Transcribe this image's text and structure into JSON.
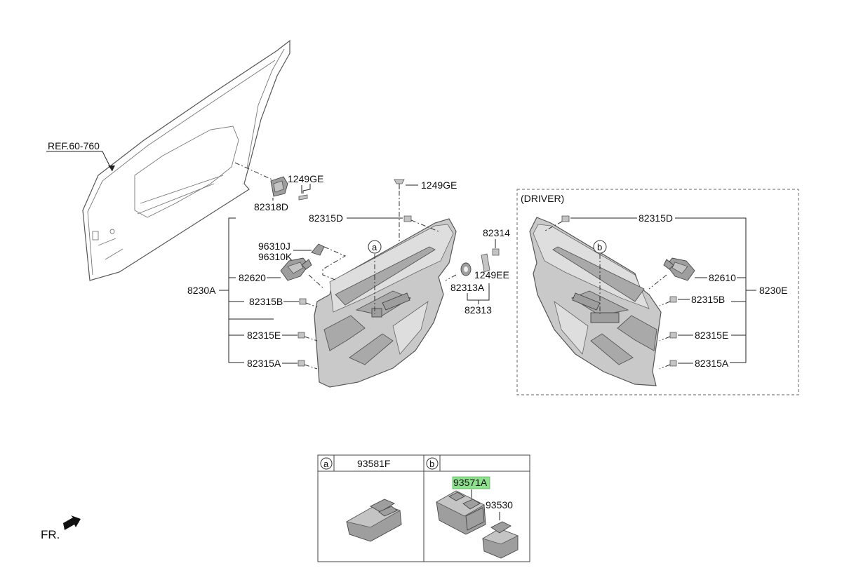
{
  "labels": {
    "ref_door": "REF.60-760",
    "p1249ge_a": "1249GE",
    "p82318d": "82318D",
    "p1249ge_b": "1249GE",
    "p82315d_l": "82315D",
    "p82314": "82314",
    "p96310j": "96310J",
    "p96310k": "96310K",
    "p1249ee": "1249EE",
    "p82620": "82620",
    "p82313a": "82313A",
    "p8230a": "8230A",
    "p82315b_l": "82315B",
    "p82313": "82313",
    "p82315e_l": "82315E",
    "p82315a_l": "82315A",
    "driver": "(DRIVER)",
    "p82315d_r": "82315D",
    "p82610": "82610",
    "p8230e": "8230E",
    "p82315b_r": "82315B",
    "p82315e_r": "82315E",
    "p82315a_r": "82315A",
    "callout_a": "a",
    "callout_b": "b",
    "fr": "FR."
  },
  "inset": {
    "a_letter": "a",
    "a_part": "93581F",
    "b_letter": "b",
    "b_part_highlight": "93571A",
    "b_part": "93530"
  },
  "colors": {
    "highlight": "#8ee08e",
    "panel": "#c9c9c9"
  }
}
